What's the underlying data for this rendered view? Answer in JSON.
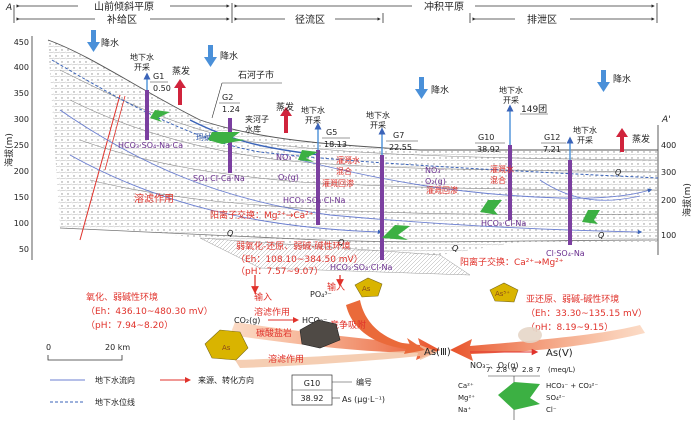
{
  "header": {
    "corner_left": "A",
    "corner_right": "A'",
    "zone_top_left": "山前倾斜平原",
    "zone_top_right": "冲积平原",
    "zone_recharge": "补给区",
    "zone_runoff": "径流区",
    "zone_discharge": "排泄区"
  },
  "axes": {
    "left_label": "海拔(m)",
    "right_label": "海拔(m)",
    "left_ticks": [
      "450",
      "400",
      "350",
      "300",
      "250",
      "200",
      "150",
      "100",
      "50"
    ],
    "right_ticks": [
      "400",
      "300",
      "200",
      "100"
    ],
    "right_corner": "A'"
  },
  "scale_bar": {
    "zero": "0",
    "length": "20 km"
  },
  "wells": [
    {
      "id": "G1",
      "value": "0.50"
    },
    {
      "id": "G2",
      "value": "1.24"
    },
    {
      "id": "G5",
      "value": "18.13"
    },
    {
      "id": "G7",
      "value": "22.55"
    },
    {
      "id": "G10",
      "value": "38.92"
    },
    {
      "id": "G12",
      "value": "7.21"
    }
  ],
  "labels": {
    "precip": "降水",
    "evap": "蒸发",
    "gw_extract": "地下水开采",
    "gw_extract_a": "地下水",
    "gw_extract_b": "开采",
    "city": "石河子市",
    "reservoir_a": "夹河子",
    "reservoir_b": "水库",
    "river": "玛纳斯河",
    "regiment": "149团",
    "mix1": "灌溉水",
    "mix2": "混合",
    "mix3": "灌溉回渗",
    "mix4": "灌溉水",
    "mix5": "混合",
    "q": "Q"
  },
  "hydro_types": {
    "g1": "HCO₃·SO₄-Na·Ca",
    "g2": "SO₄·Cl-Ca·Na",
    "g5": "HCO₃·SO₄·Cl-Na",
    "g7": "HCO₃·SO₄·Cl-Na",
    "g10": "HCO₃·Cl-Na",
    "g12": "Cl·SO₄-Na"
  },
  "species": {
    "no3": "NO₃⁻",
    "o2": "O₂(g)",
    "no3b": "NO₃⁻",
    "o2b": "O₂(g)"
  },
  "processes": {
    "leach": "溶滤作用",
    "leach2": "溶滤作用",
    "leach3": "溶滤作用",
    "ionex1": "阳离子交换：Mg²⁺→Ca²⁺",
    "ionex2": "阳离子交换：Ca²⁺→Mg²⁺",
    "env_mid_title": "弱氧化-还原、弱碱-碱性环境",
    "env_mid_eh": "（Eh：108.10~384.50 mV）",
    "env_mid_ph": "（pH：7.57~9.07）",
    "env_left_title": "氧化、弱碱性环境",
    "env_left_eh": "（Eh：436.10~480.30 mV）",
    "env_left_ph": "（pH：7.94~8.20）",
    "env_right_title": "亚还原、弱碱-碱性环境",
    "env_right_eh": "（Eh：33.30~135.15 mV）",
    "env_right_ph": "（pH：8.19~9.15）",
    "input1": "输入",
    "input2": "输入",
    "co2": "CO₂(g)",
    "hco3": "HCO₃⁻",
    "po4": "PO₄³⁻",
    "carbonate": "碳酸盐岩",
    "compete": "竞争吸附",
    "as3": "As(Ⅲ)",
    "as5": "As(Ⅴ)",
    "as_label": "As",
    "as5_mineral": "As⁵⁺",
    "no3o2": "NO₃⁻、O₂(g)"
  },
  "legend": {
    "flow": "地下水流向",
    "level": "地下水位线",
    "source": "来源、转化方向",
    "well_id": "G10",
    "well_val": "38.92",
    "id_label": "编号",
    "as_unit": "As (μg·L⁻¹)",
    "stiff_ticks": [
      "7",
      "2.8",
      "0",
      "2.8",
      "7"
    ],
    "stiff_unit": "(meq/L)",
    "stiff_ca": "Ca²⁺",
    "stiff_mg": "Mg²⁺",
    "stiff_na": "Na⁺",
    "stiff_hco3": "HCO₃⁻ + CO₃²⁻",
    "stiff_so4": "SO₄²⁻",
    "stiff_cl": "Cl⁻"
  },
  "colors": {
    "red": "#e0322b",
    "purple": "#6a2f8f",
    "blue": "#4a90d9",
    "green": "#3cb043",
    "orange": "#f08030"
  }
}
